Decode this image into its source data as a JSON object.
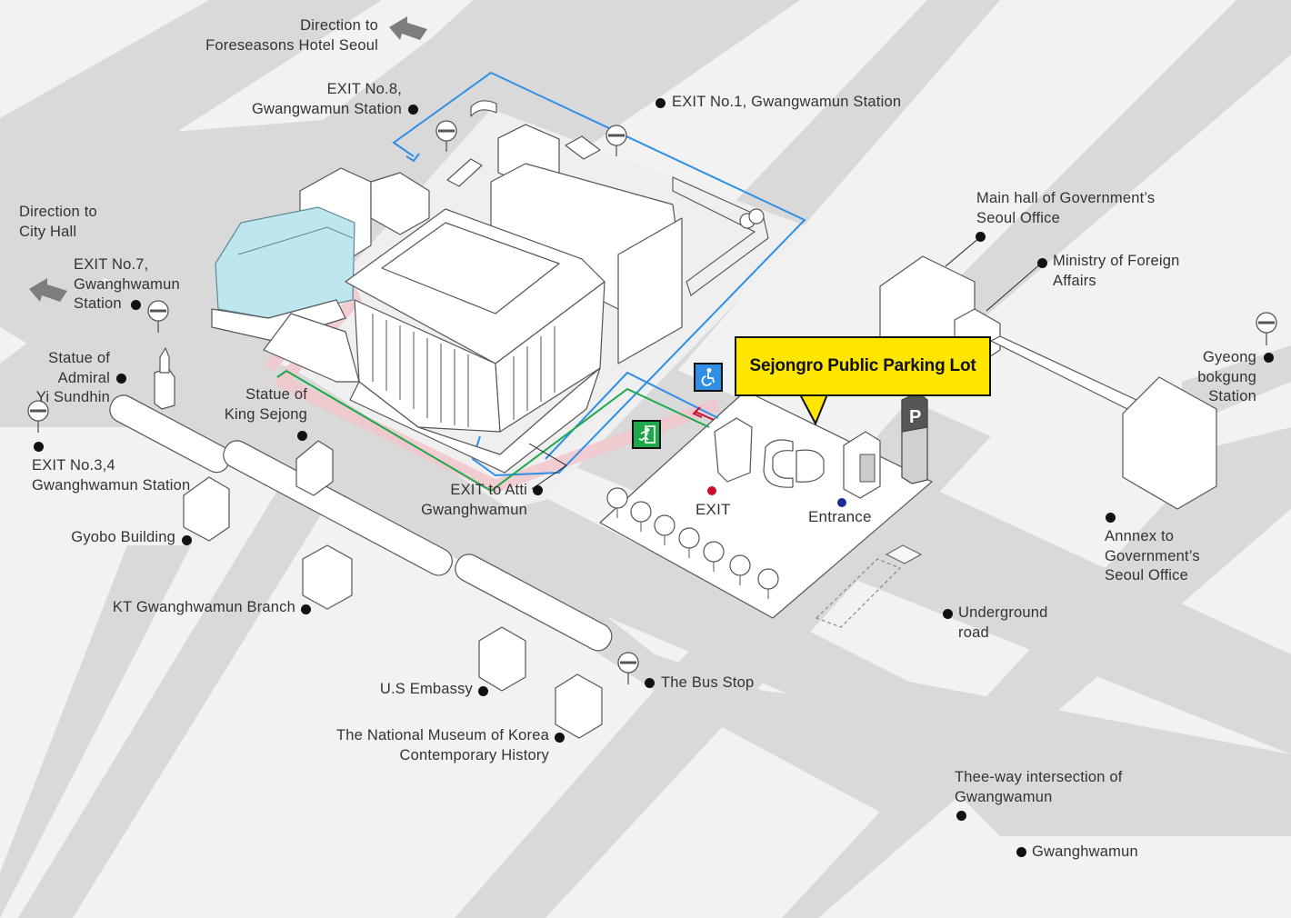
{
  "map": {
    "title_callout": "Sejongro Public Parking Lot",
    "colors": {
      "road": "#d9d9d9",
      "ground": "#f2f2f2",
      "highlight_building": "#bde6ee",
      "route_blue": "#2f8fe6",
      "route_green": "#1fa84b",
      "route_pink": "#f1c6cb",
      "callout_bg": "#ffe600",
      "exit_dot": "#c8102e",
      "entrance_dot": "#1a2a99"
    },
    "directions": [
      {
        "lines": [
          "Direction to",
          "Foreseasons Hotel Seoul"
        ],
        "icon": "arrow-left-icon"
      },
      {
        "lines": [
          "Direction to",
          "City Hall"
        ],
        "icon": "arrow-left-icon"
      }
    ],
    "labels": {
      "exit8": [
        "EXIT No.8,",
        "Gwangwamun Station"
      ],
      "exit1": [
        "EXIT No.1, Gwangwamun Station"
      ],
      "exit7": [
        "EXIT No.7,",
        "Gwanghwamun",
        "Station"
      ],
      "admiral": [
        "Statue of",
        "Admiral",
        "Yi Sundhin"
      ],
      "exit34": [
        "EXIT No.3,4",
        "Gwanghwamun Station"
      ],
      "king": [
        "Statue of",
        "King Sejong"
      ],
      "atti": [
        "EXIT to Atti",
        "Gwanghwamun"
      ],
      "gyobo": [
        "Gyobo Building"
      ],
      "kt": [
        "KT Gwanghwamun Branch"
      ],
      "embassy": [
        "U.S Embassy"
      ],
      "museum": [
        "The National Museum of Korea",
        "Contemporary History"
      ],
      "busstop": [
        "The Bus Stop"
      ],
      "mainhall": [
        "Main hall of Government’s",
        "Seoul Office"
      ],
      "mofa": [
        "Ministry of Foreign",
        "Affairs"
      ],
      "gyeong": [
        "Gyeong",
        "bokgung",
        "Station"
      ],
      "annex": [
        "Annnex to",
        "Government’s",
        "Seoul Office"
      ],
      "underground": [
        "Underground",
        "road"
      ],
      "threeway": [
        "Thee-way intersection of",
        "Gwangwamun"
      ],
      "gwanghwamun": [
        "Gwanghwamun"
      ]
    },
    "parking": {
      "exit_label": "EXIT",
      "entrance_label": "Entrance",
      "sign_letter": "P"
    },
    "icons": {
      "wheelchair": "wheelchair-icon",
      "emergency_exit": "emergency-exit-icon",
      "bus_stop": "bus-stop-sign-icon",
      "parking": "parking-sign-icon"
    }
  }
}
